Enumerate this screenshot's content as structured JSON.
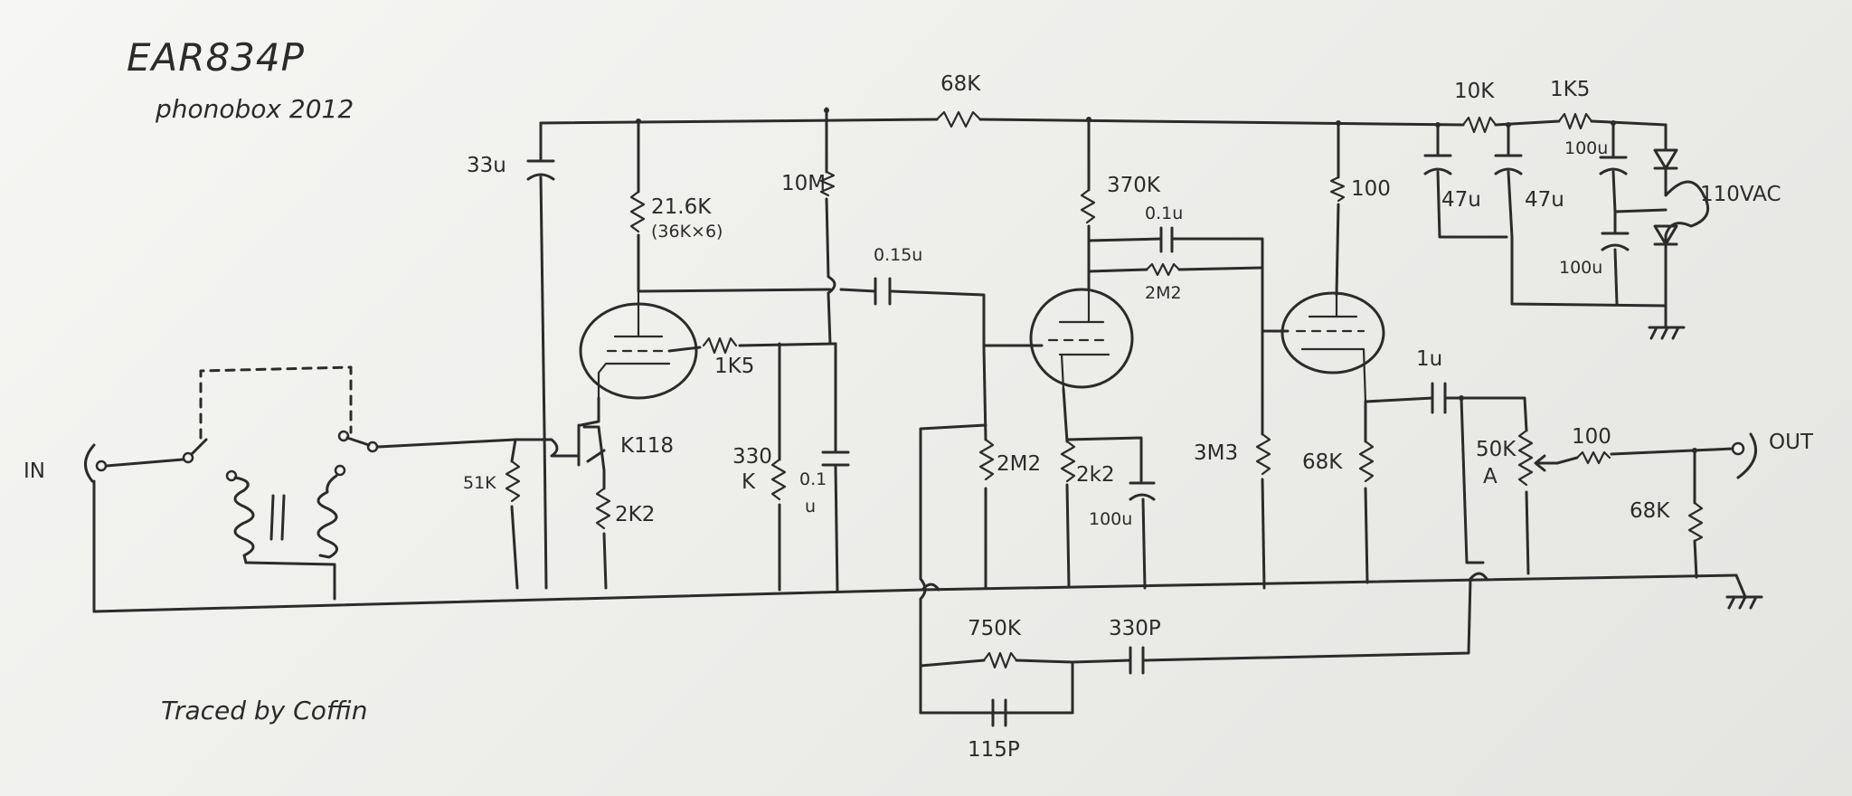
{
  "title": "EAR834P",
  "subtitle": "phonobox 2012",
  "credit": "Traced by Coffin",
  "io": {
    "input": "IN",
    "output": "OUT",
    "mains": "110VAC"
  },
  "components": {
    "r_plate_feedback": "68K",
    "r_psu_1": "10K",
    "r_psu_2": "1K5",
    "c_psu_100u_top": "100u",
    "c_psu_100u_bottom": "100u",
    "c_psu_47u_a": "47u",
    "c_psu_47u_b": "47u",
    "c_decouple_33u": "33u",
    "r_plate_v1": "21.6K",
    "r_plate_v1_note": "(36K×6)",
    "r_10m": "10M",
    "c_015u": "0.15u",
    "r_grid_stop": "1K5",
    "r_330k_a": "330",
    "r_330k_b": "K",
    "c_01u_a": "0.1",
    "c_01u_b": "u",
    "jfet": "K118",
    "r_source": "2K2",
    "r_input": "51K",
    "r_grid_v2": "2M2",
    "r_plate_v2": "370K",
    "c_01u_fb": "0.1u",
    "r_fb_2m2": "2M2",
    "r_cathode_v2": "2k2",
    "c_cathode_v2": "100u",
    "r_3m3": "3M3",
    "r_100_v3": "100",
    "r_68k_cathode": "68K",
    "c_out_1u": "1u",
    "pot_50k": "50K",
    "pot_taper": "A",
    "r_out_100": "100",
    "r_out_68k": "68K",
    "r_riaa_750k": "750K",
    "c_riaa_330p": "330P",
    "c_riaa_115p": "115P"
  }
}
